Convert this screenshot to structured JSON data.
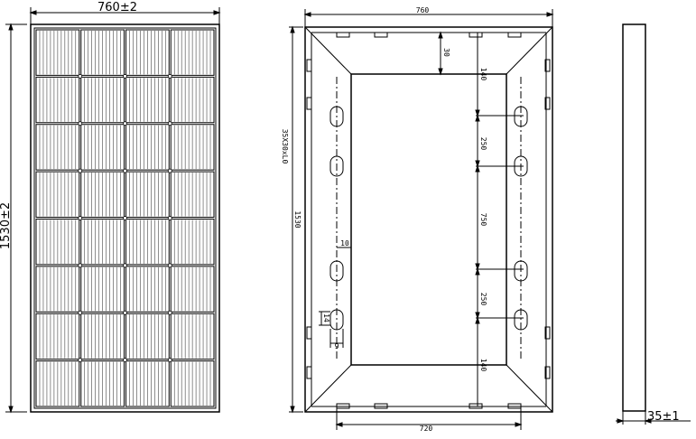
{
  "front_view": {
    "width_label": "760±2",
    "height_label": "1530±2",
    "cell_columns": 4,
    "cell_rows": 8
  },
  "back_view": {
    "width_top": "760",
    "width_bottom": "720",
    "height_label": "1530",
    "profile_label": "35X30xL0",
    "frame_offset": "30",
    "top_margin": "140",
    "bottom_margin": "140",
    "spacing_upper": "250",
    "spacing_middle": "750",
    "spacing_lower": "250",
    "slot_offset": "10",
    "slot_height": "14",
    "slot_width": "9"
  },
  "side_view": {
    "thickness_label": "35±1"
  }
}
